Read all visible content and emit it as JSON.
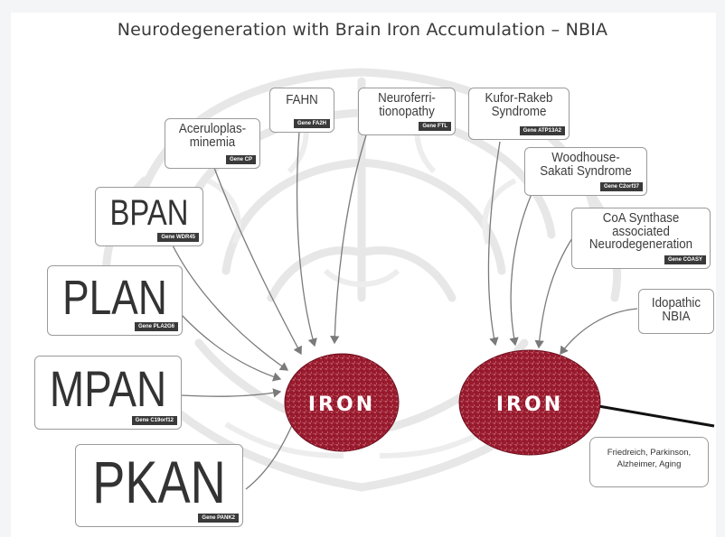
{
  "title": "Neurodegeneration with Brain Iron Accumulation – NBIA",
  "iron_labels": [
    "IRON",
    "IRON"
  ],
  "boxes": {
    "fahn": {
      "label": "FAHN",
      "gene": "Gene FA2H"
    },
    "neuroferritinopathy": {
      "label": "Neuroferri-\ntionopathy",
      "gene": "Gene FTL"
    },
    "kufor": {
      "label": "Kufor-Rakeb\nSyndrome",
      "gene": "Gene ATP13A2"
    },
    "acerulo": {
      "label": "Aceruloplas-\nminemia",
      "gene": "Gene CP"
    },
    "woodhouse": {
      "label": "Woodhouse-\nSakati Syndrome",
      "gene": "Gene C2orf37"
    },
    "bpan": {
      "label": "BPAN",
      "gene": "Gene WDR45"
    },
    "coa": {
      "label": "CoA Synthase\nassociated\nNeurodegeneration",
      "gene": "Gene COASY"
    },
    "plan": {
      "label": "PLAN",
      "gene": "Gene PLA2G6"
    },
    "idiopathic": {
      "label": "Idopathic\nNBIA"
    },
    "mpan": {
      "label": "MPAN",
      "gene": "Gene C19orf12"
    },
    "pkan": {
      "label": "PKAN",
      "gene": "Gene PANK2"
    }
  },
  "other": "Friedreich, Parkinson,\nAlzheimer, Aging",
  "colors": {
    "iron": "#9b1b2e",
    "iron_dark": "#6e0f1e",
    "arrow": "#7a7a7a",
    "brain": "#e6e6e6"
  }
}
